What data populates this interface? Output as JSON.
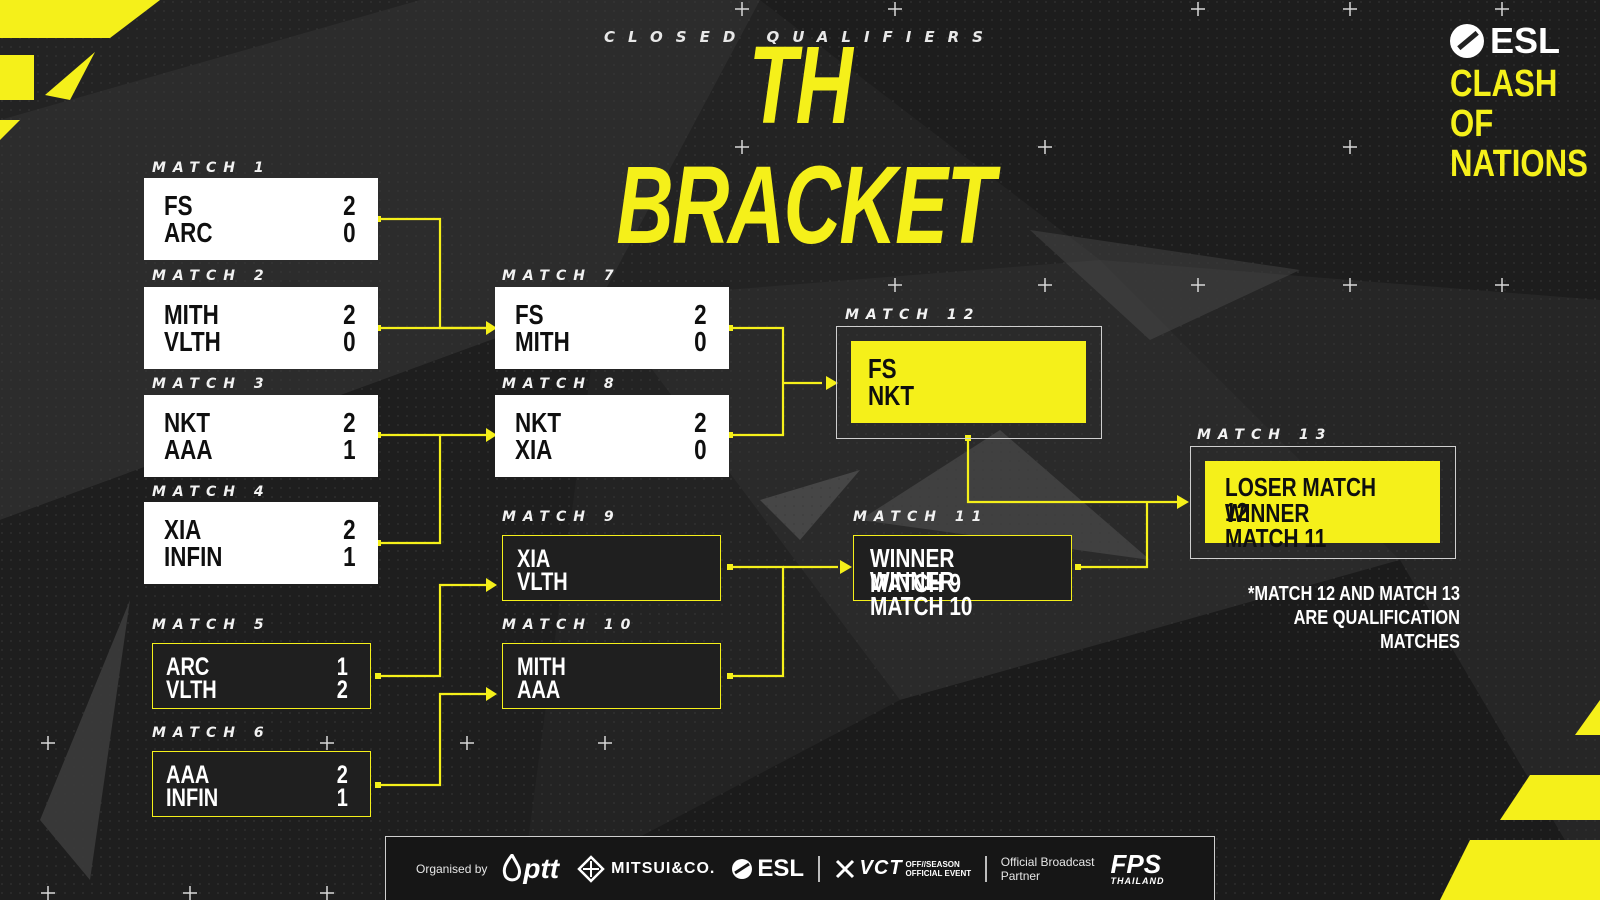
{
  "header": {
    "subtitle": "CLOSED QUALIFIERS",
    "title": "TH BRACKET"
  },
  "brand": {
    "logo_text": "ESL",
    "name": "CLASH OF\nNATIONS"
  },
  "matches": {
    "m1": {
      "label": "MATCH 1",
      "team1": "FS",
      "score1": "2",
      "team2": "ARC",
      "score2": "0"
    },
    "m2": {
      "label": "MATCH 2",
      "team1": "MITH",
      "score1": "2",
      "team2": "VLTH",
      "score2": "0"
    },
    "m3": {
      "label": "MATCH 3",
      "team1": "NKT",
      "score1": "2",
      "team2": "AAA",
      "score2": "1"
    },
    "m4": {
      "label": "MATCH 4",
      "team1": "XIA",
      "score1": "2",
      "team2": "INFIN",
      "score2": "1"
    },
    "m5": {
      "label": "MATCH 5",
      "team1": "ARC",
      "score1": "1",
      "team2": "VLTH",
      "score2": "2"
    },
    "m6": {
      "label": "MATCH 6",
      "team1": "AAA",
      "score1": "2",
      "team2": "INFIN",
      "score2": "1"
    },
    "m7": {
      "label": "MATCH 7",
      "team1": "FS",
      "score1": "2",
      "team2": "MITH",
      "score2": "0"
    },
    "m8": {
      "label": "MATCH 8",
      "team1": "NKT",
      "score1": "2",
      "team2": "XIA",
      "score2": "0"
    },
    "m9": {
      "label": "MATCH 9",
      "team1": "XIA",
      "team2": "VLTH"
    },
    "m10": {
      "label": "MATCH 10",
      "team1": "MITH",
      "team2": "AAA"
    },
    "m11": {
      "label": "MATCH 11",
      "team1": "WINNER MATCH 9",
      "team2": "WINNER MATCH 10"
    },
    "m12": {
      "label": "MATCH 12",
      "team1": "FS",
      "team2": "NKT"
    },
    "m13": {
      "label": "MATCH 13",
      "team1": "LOSER MATCH 12",
      "team2": "WINNER MATCH 11"
    }
  },
  "note": "*MATCH 12 AND MATCH 13\nARE QUALIFICATION MATCHES",
  "sponsors": {
    "organised_by": "Organised by",
    "ptt": "ptt",
    "mitsui": "MITSUI&CO.",
    "esl": "ESL",
    "vct": "VCT",
    "vct_sub": "OFF//SEASON",
    "vct_sub2": "OFFICIAL EVENT",
    "broadcast": "Official Broadcast\nPartner",
    "fps": "FPS",
    "fps_sub": "THAILAND"
  },
  "colors": {
    "accent": "#f5f01a",
    "background": "#222222",
    "box_white": "#ffffff",
    "box_dark": "#1f1f1f"
  }
}
